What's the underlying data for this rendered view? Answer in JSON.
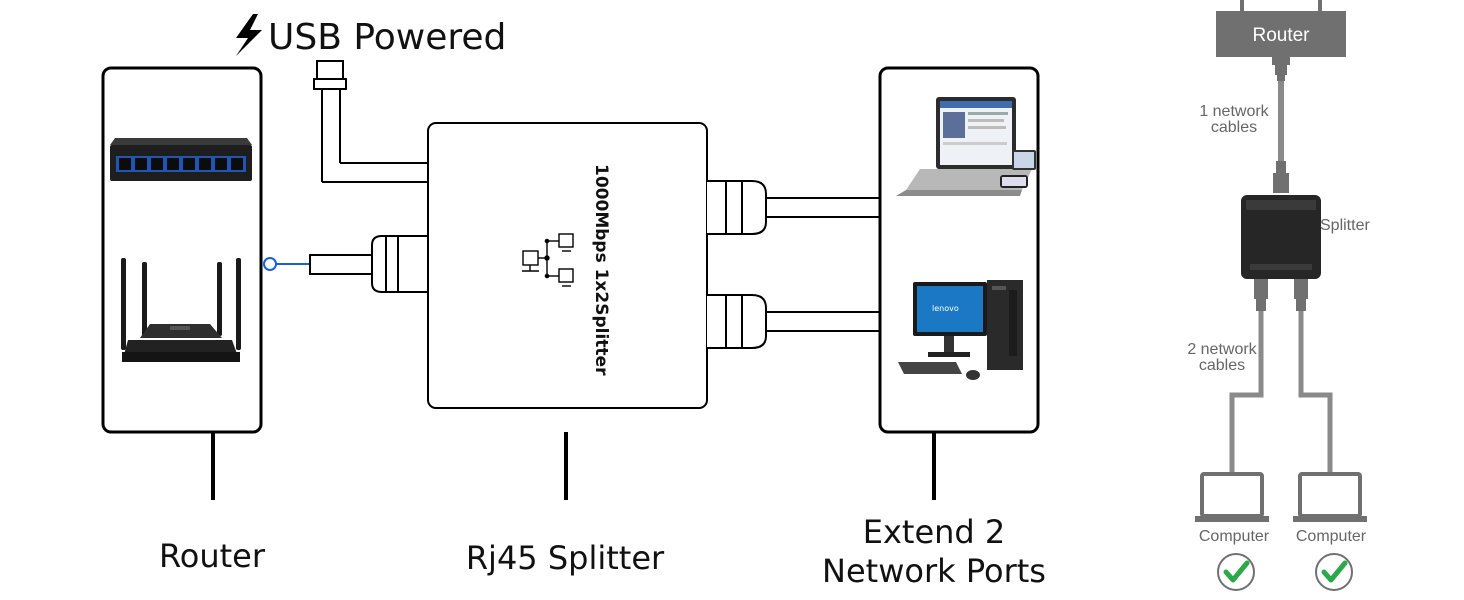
{
  "left": {
    "usb_label": "USB Powered",
    "router_caption": "Router",
    "splitter_caption": "Rj45 Splitter",
    "ports_caption_line1": "Extend 2",
    "ports_caption_line2": "Network Ports",
    "splitter_text": "1000Mbps 1x2Splitter",
    "laptop_brand": "lenovo"
  },
  "right": {
    "router_label": "Router",
    "cable1_line1": "1 network",
    "cable1_line2": "cables",
    "splitter_label": "Splitter",
    "cable2_line1": "2 network",
    "cable2_line2": "cables",
    "computer1_label": "Computer",
    "computer2_label": "Computer"
  },
  "colors": {
    "accent_blue": "#1a5fd6",
    "check_green": "#2aa84a",
    "diagram_gray": "#707070"
  }
}
